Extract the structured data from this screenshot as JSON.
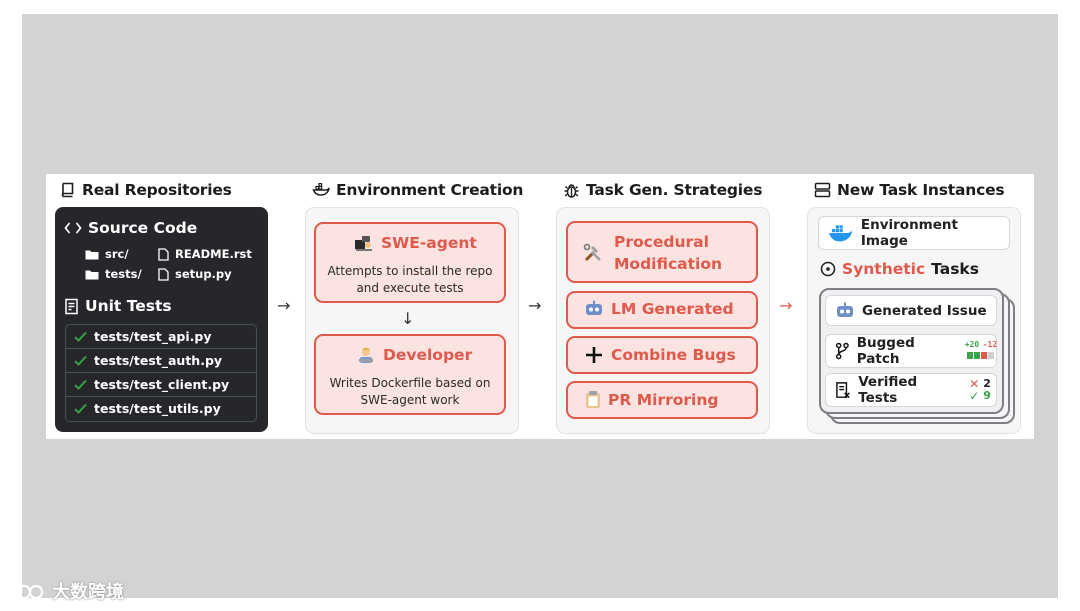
{
  "columns": {
    "real": {
      "title": "Real Repositories",
      "icon": "repo-icon",
      "source_code": {
        "title": "Source Code",
        "files": [
          "src/",
          "README.rst",
          "tests/",
          "setup.py"
        ]
      },
      "unit_tests": {
        "title": "Unit Tests",
        "items": [
          "tests/test_api.py",
          "tests/test_auth.py",
          "tests/test_client.py",
          "tests/test_utils.py"
        ]
      }
    },
    "env": {
      "title": "Environment Creation",
      "icon": "docker-whale-icon",
      "swe": {
        "title": "SWE-agent",
        "desc": [
          "Attempts to install the repo",
          "and execute tests"
        ]
      },
      "dev": {
        "title": "Developer",
        "desc": [
          "Writes Dockerfile based on",
          "SWE-agent work"
        ]
      }
    },
    "task": {
      "title": "Task Gen. Strategies",
      "icon": "bug-icon",
      "items": [
        {
          "label_lines": [
            "Procedural",
            "Modification"
          ],
          "icon": "tools-icon"
        },
        {
          "label": "LM Generated",
          "icon": "robot-icon"
        },
        {
          "label": "Combine Bugs",
          "icon": "plus-icon"
        },
        {
          "label": "PR Mirroring",
          "icon": "clipboard-icon"
        }
      ]
    },
    "new": {
      "title": "New Task Instances",
      "icon": "layers-icon",
      "env_image": "Environment Image",
      "synthetic_prefix": "Synthetic",
      "synthetic_suffix": "Tasks",
      "stack": [
        {
          "label": "Generated Issue",
          "icon": "robot-icon"
        },
        {
          "label": "Bugged Patch",
          "icon": "git-branch-icon",
          "badge_add": "+20",
          "badge_del": "-12"
        },
        {
          "label": "Verified Tests",
          "icon": "test-doc-icon",
          "fail": "2",
          "pass": "9"
        }
      ]
    }
  },
  "watermark": "大数跨境",
  "colors": {
    "accent": "#e05a4c",
    "dark_panel": "#25272b",
    "pass_green": "#3aa44a",
    "fail_red": "#e05a4c",
    "background_gray": "#d3d3d3"
  }
}
